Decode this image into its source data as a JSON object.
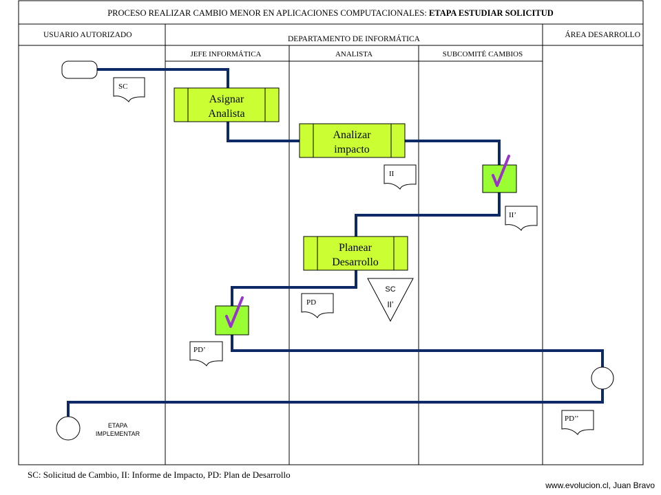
{
  "title": {
    "prefix": "PROCESO REALIZAR CAMBIO MENOR EN APLICACIONES COMPUTACIONALES: ",
    "bold": "ETAPA ESTUDIAR SOLICITUD"
  },
  "lanes": {
    "usuario": "USUARIO AUTORIZADO",
    "departamento": "DEPARTAMENTO DE INFORMÁTICA",
    "area": "ÁREA DESARROLLO",
    "jefe": "JEFE INFORMÁTICA",
    "analista": "ANALISTA",
    "subcomite": "SUBCOMITÉ CAMBIOS"
  },
  "processes": {
    "asignar": [
      "Asignar",
      "Analista"
    ],
    "analizar": [
      "Analizar",
      "impacto"
    ],
    "planear": [
      "Planear",
      "Desarrollo"
    ]
  },
  "documents": {
    "sc": "SC",
    "ii": "II",
    "ii_prime": "II’",
    "pd": "PD",
    "pd_prime": "PD’",
    "pd_double": "PD’’"
  },
  "archive": {
    "line1": "SC",
    "line2": "II’"
  },
  "end_connector": {
    "line1": "ETAPA",
    "line2": "IMPLEMENTAR"
  },
  "colors": {
    "process_fill": "#ccff33",
    "decision_fill": "#99ff33",
    "flow_line": "#0d2a66",
    "check": "#9933cc"
  },
  "icons": [
    "check-icon",
    "check-icon"
  ],
  "footer": {
    "legend": "SC: Solicitud de Cambio, II: Informe de Impacto, PD: Plan de Desarrollo",
    "credit": "www.evolucion.cl, Juan Bravo"
  }
}
